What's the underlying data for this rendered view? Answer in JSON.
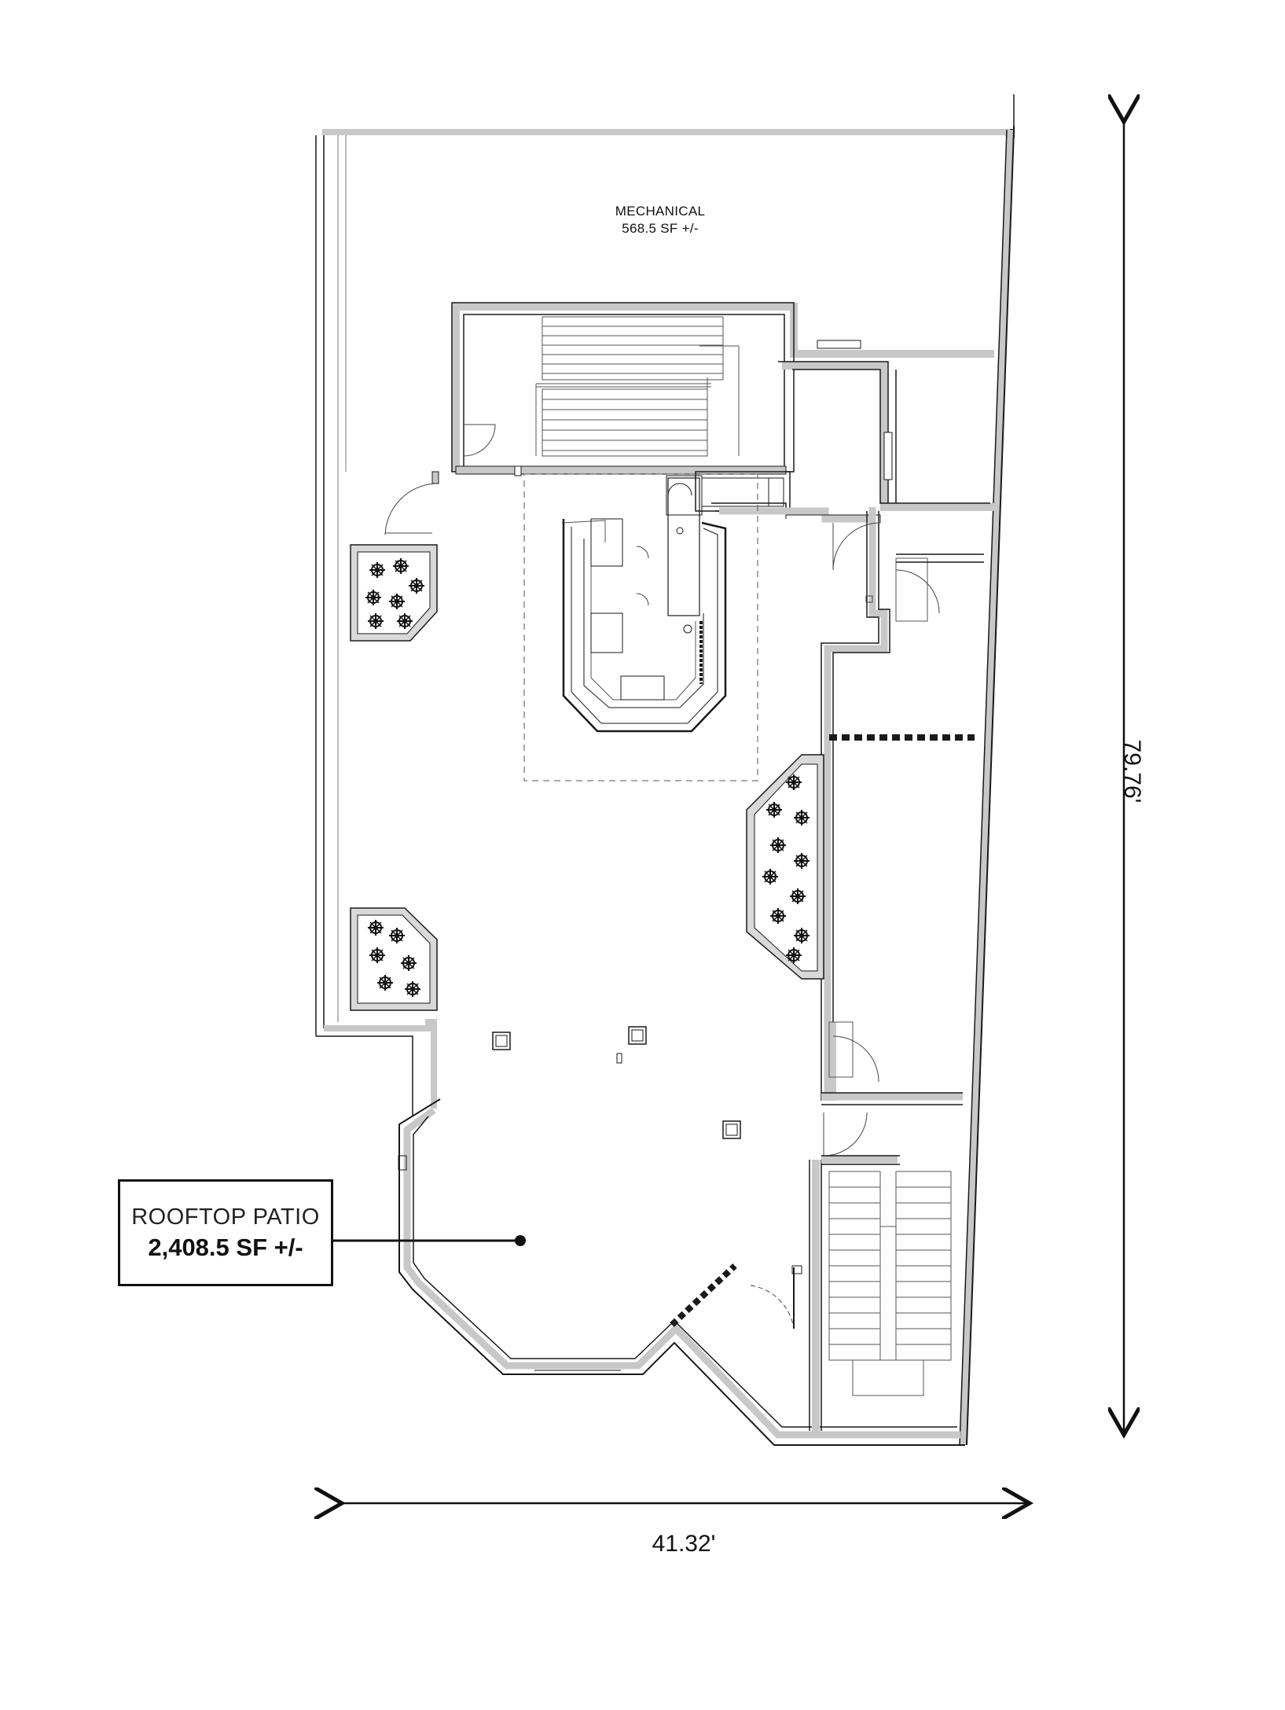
{
  "rooms": {
    "mechanical": {
      "name": "MECHANICAL",
      "area": "568.5 SF +/-"
    }
  },
  "callout": {
    "title": "ROOFTOP PATIO",
    "area": "2,408.5 SF +/-"
  },
  "dimensions": {
    "width": "41.32'",
    "depth": "79.76'"
  },
  "colors": {
    "wall": "#c8c8c8",
    "line": "#1a1a1a",
    "background": "#ffffff"
  }
}
